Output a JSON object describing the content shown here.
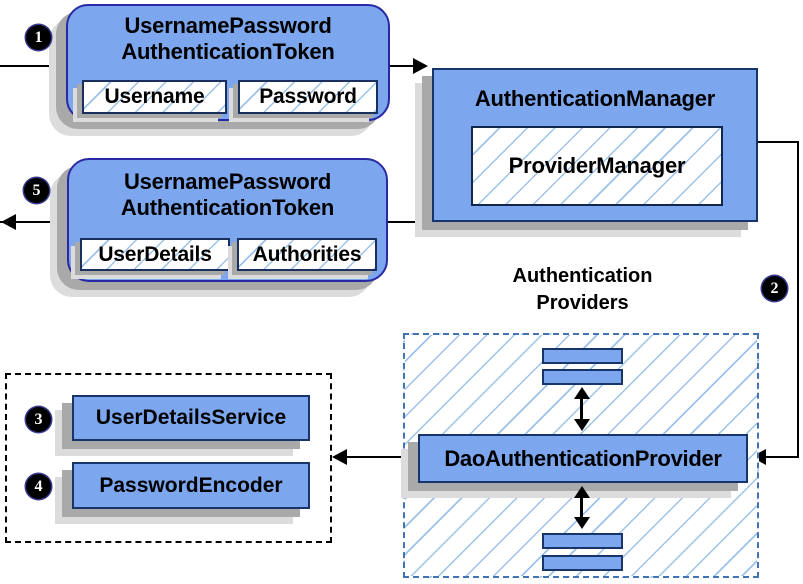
{
  "colors": {
    "fill_blue": "#7CA7EF",
    "border_navy": "#17356B",
    "token_border": "#2929A3",
    "sub_border": "#1B2F5E",
    "hatch_line": "#9CC2EA",
    "providers_dash": "#4473B3",
    "shadow_dark": "#A9A9A9",
    "shadow_light": "#DCDCDC",
    "line_black": "#000000"
  },
  "badges": {
    "s1": "1",
    "s2": "2",
    "s3": "3",
    "s4": "4",
    "s5": "5"
  },
  "nodes": {
    "request_token": {
      "title_line1": "UsernamePassword",
      "title_line2": "AuthenticationToken",
      "fields": [
        "Username",
        "Password"
      ]
    },
    "authentication_manager": {
      "title": "AuthenticationManager",
      "delegate": "ProviderManager"
    },
    "response_token": {
      "title_line1": "UsernamePassword",
      "title_line2": "AuthenticationToken",
      "fields": [
        "UserDetails",
        "Authorities"
      ]
    },
    "authentication_providers": {
      "title_line1": "Authentication",
      "title_line2": "Providers",
      "provider": "DaoAuthenticationProvider"
    },
    "dao_dependencies": [
      "UserDetailsService",
      "PasswordEncoder"
    ]
  }
}
